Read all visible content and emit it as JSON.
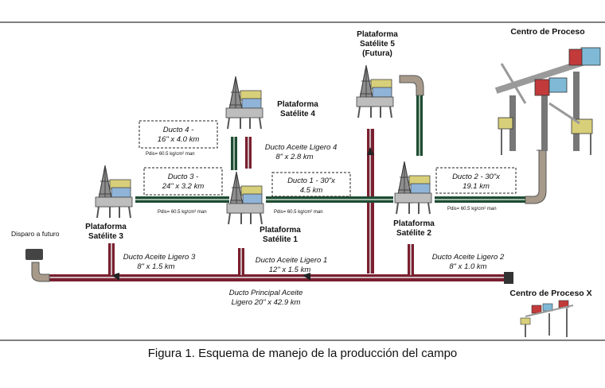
{
  "platforms": {
    "sat5": {
      "line1": "Plataforma",
      "line2": "Satélite 5",
      "line3": "(Futura)"
    },
    "sat4": {
      "line1": "Plataforma",
      "line2": "Satélite 4"
    },
    "sat3": {
      "line1": "Plataforma",
      "line2": "Satélite 3"
    },
    "sat1": {
      "line1": "Plataforma",
      "line2": "Satélite 1"
    },
    "sat2": {
      "line1": "Plataforma",
      "line2": "Satélite 2"
    }
  },
  "centers": {
    "cp": "Centro de Proceso",
    "cpx": "Centro de Proceso X"
  },
  "disparo": "Disparo a futuro",
  "ducts": {
    "d4": {
      "line1": "Ducto 4 -",
      "line2": "16\" x 4.0 km",
      "pdis": "Pdis= 60.5 kg/cm² man"
    },
    "d3": {
      "line1": "Ducto 3 -",
      "line2": "24\" x 3.2 km",
      "pdis": "Pdis= 60.5 kg/cm² man"
    },
    "d1": {
      "line1": "Ducto 1 - 30\"x",
      "line2": "4.5 km",
      "pdis": "Pdis= 60.5 kg/cm² man"
    },
    "d2": {
      "line1": "Ducto 2 - 30\"x",
      "line2": "19.1 km",
      "pdis": "Pdis= 60.5 kg/cm² man"
    }
  },
  "oil_ducts": {
    "al4": {
      "line1": "Ducto Aceite Ligero 4",
      "line2": "8\" x 2.8 km"
    },
    "al3": {
      "line1": "Ducto Aceite Ligero 3",
      "line2": "8\" x 1.5 km"
    },
    "al1": {
      "line1": "Ducto Aceite Ligero 1",
      "line2": "12\" x 1.5 km"
    },
    "al2": {
      "line1": "Ducto Aceite Ligero 2",
      "line2": "8\" x 1.0 km"
    },
    "main": {
      "line1": "Ducto Principal Aceite",
      "line2": "Ligero  20\" x 42.9 km"
    }
  },
  "caption": "Figura 1. Esquema de manejo de la producción del campo",
  "colors": {
    "gas_pipe": "#1f4d33",
    "oil_pipe": "#7a1f2e",
    "pipe_highlight": "#c9b8bf",
    "frame_line": "#000000"
  }
}
